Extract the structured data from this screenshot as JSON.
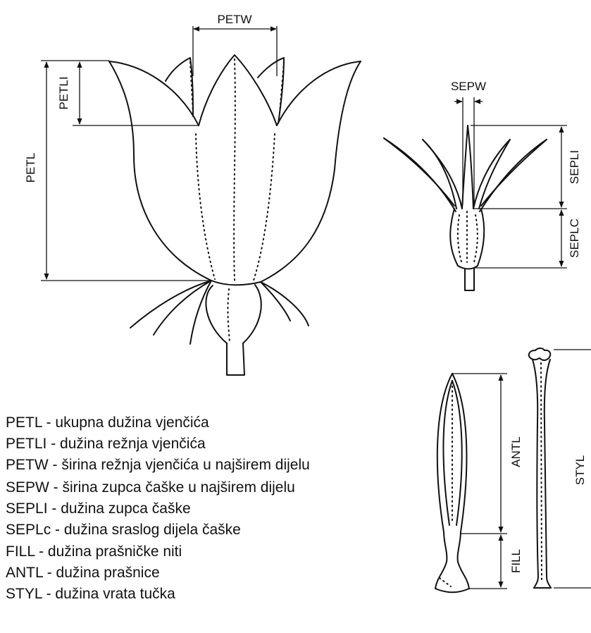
{
  "labels": {
    "petw": "PETW",
    "petli": "PETLI",
    "petl": "PETL",
    "sepw": "SEPW",
    "sepli": "SEPLI",
    "seplc": "SEPLC",
    "antl": "ANTL",
    "fill": "FILL",
    "styl": "STYL"
  },
  "legend": {
    "petals": [
      "PETL - ukupna dužina vjenčića",
      "PETLI - dužina režnja vjenčića",
      "PETW - širina režnja vjenčića u najširem dijelu"
    ],
    "sepals": [
      "SEPW - širina zupca čaške u najširem dijelu",
      "SEPLI - dužina zupca čaške",
      "SEPLc - dužina sraslog dijela čaške"
    ],
    "organs": [
      "FILL - dužina prašničke niti",
      "ANTL - dužina prašnice",
      "STYL - dužina vrata tučka"
    ]
  }
}
